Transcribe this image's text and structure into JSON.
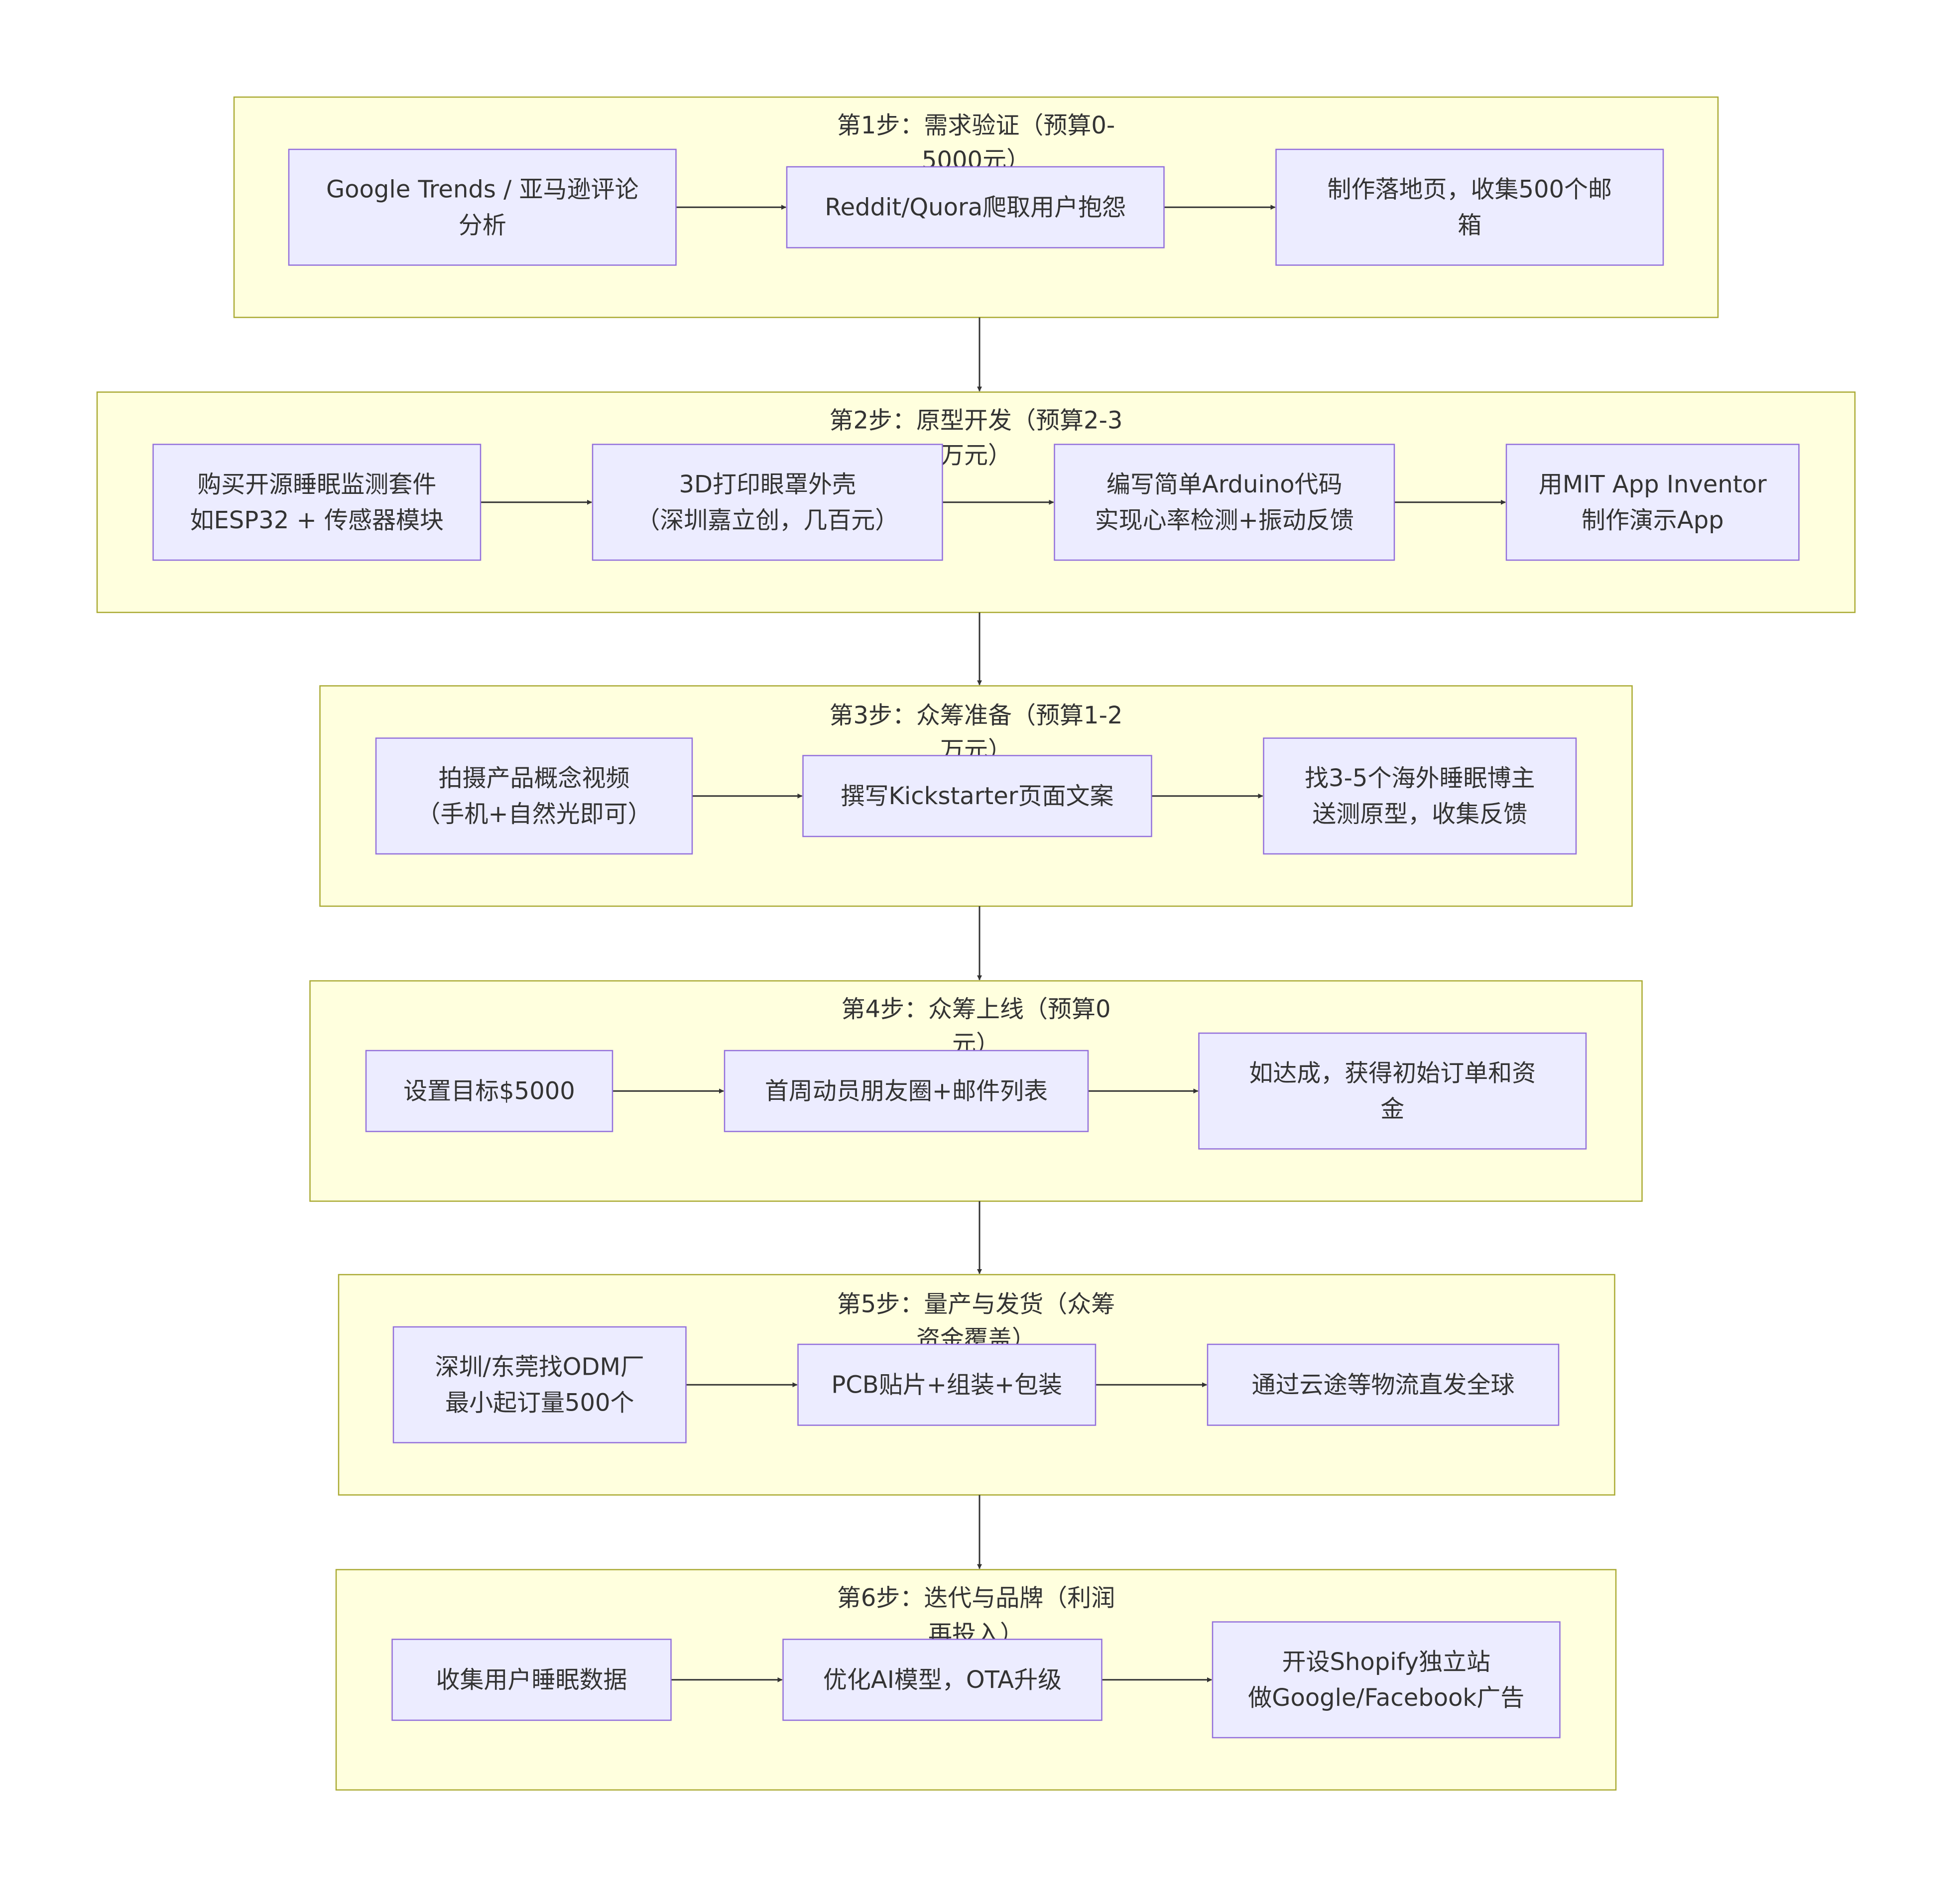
{
  "stages": [
    {
      "title": [
        "第1步：需求验证（预算0-",
        "5000元）"
      ],
      "nodes": [
        [
          "Google Trends / 亚马逊评论",
          "分析"
        ],
        [
          "Reddit/Quora爬取用户抱怨"
        ],
        [
          "制作落地页，收集500个邮",
          "箱"
        ]
      ]
    },
    {
      "title": [
        "第2步：原型开发（预算2-3",
        "万元）"
      ],
      "nodes": [
        [
          "购买开源睡眠监测套件",
          "如ESP32 + 传感器模块"
        ],
        [
          "3D打印眼罩外壳",
          "（深圳嘉立创，几百元）"
        ],
        [
          "编写简单Arduino代码",
          "实现心率检测+振动反馈"
        ],
        [
          "用MIT App Inventor",
          "制作演示App"
        ]
      ]
    },
    {
      "title": [
        "第3步：众筹准备（预算1-2",
        "万元）"
      ],
      "nodes": [
        [
          "拍摄产品概念视频",
          "（手机+自然光即可）"
        ],
        [
          "撰写Kickstarter页面文案"
        ],
        [
          "找3-5个海外睡眠博主",
          "送测原型，收集反馈"
        ]
      ]
    },
    {
      "title": [
        "第4步：众筹上线（预算0",
        "元）"
      ],
      "nodes": [
        [
          "设置目标$5000"
        ],
        [
          "首周动员朋友圈+邮件列表"
        ],
        [
          "如达成，获得初始订单和资",
          "金"
        ]
      ]
    },
    {
      "title": [
        "第5步：量产与发货（众筹",
        "资金覆盖）"
      ],
      "nodes": [
        [
          "深圳/东莞找ODM厂",
          "最小起订量500个"
        ],
        [
          "PCB贴片+组装+包装"
        ],
        [
          "通过云途等物流直发全球"
        ]
      ]
    },
    {
      "title": [
        "第6步：迭代与品牌（利润",
        "再投入）"
      ],
      "nodes": [
        [
          "收集用户睡眠数据"
        ],
        [
          "优化AI模型，OTA升级"
        ],
        [
          "开设Shopify独立站",
          "做Google/Facebook广告"
        ]
      ]
    }
  ],
  "colors": {
    "cluster_fill": "#ffffde",
    "cluster_stroke": "#aaaa33",
    "node_fill": "#ececff",
    "node_stroke": "#9370db",
    "edge": "#333333",
    "text": "#333333"
  }
}
